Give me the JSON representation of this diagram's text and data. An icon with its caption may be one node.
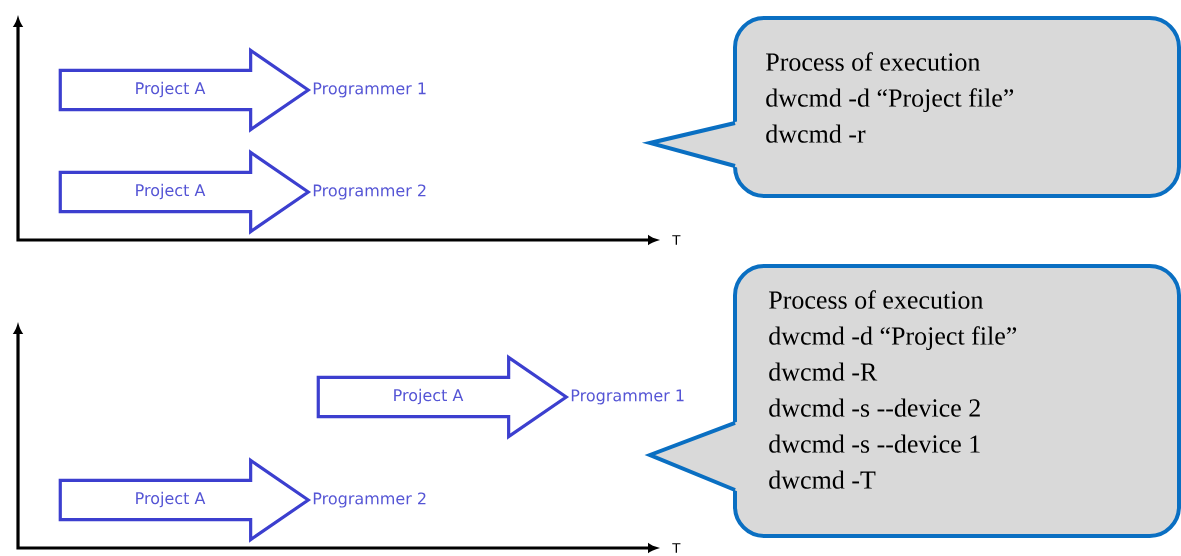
{
  "diagram": {
    "nodes": [
      {
        "text": [
          "Project A"
        ],
        "beside": [
          "Programmer 1"
        ]
      },
      {
        "text": [
          "Project A"
        ],
        "beside": [
          "Programmer 2"
        ]
      },
      {
        "text": [
          "Process of execution",
          "dwcmd -d “Project file”",
          "dwcmd -r"
        ]
      },
      {
        "text": [
          "Project A"
        ],
        "beside": [
          "Programmer 1"
        ]
      },
      {
        "text": [
          "Project A"
        ],
        "beside": [
          "Programmer 2"
        ]
      },
      {
        "text": [
          "Process of execution",
          "dwcmd -d “Project file”",
          "dwcmd -R",
          "dwcmd -s --device 2",
          "dwcmd -s --device 1",
          "dwcmd -T"
        ]
      }
    ],
    "labels": [
      "T",
      "T"
    ]
  }
}
